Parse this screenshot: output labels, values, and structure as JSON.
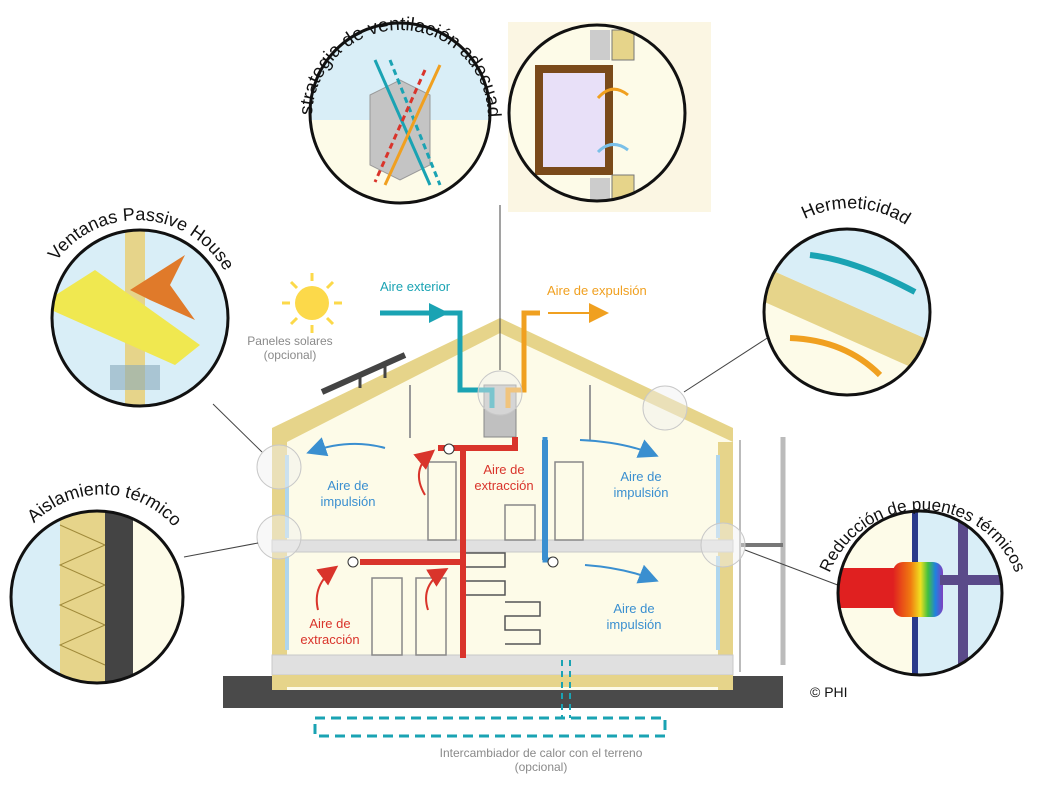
{
  "callouts": {
    "ventilation": "Estrategia de ventilación adecuada",
    "windows": "Ventanas Passive House",
    "airtightness": "Hermeticidad",
    "insulation": "Aislamiento térmico",
    "thermal_bridges": "Reducción de puentes térmicos"
  },
  "labels": {
    "outside_air": "Aire exterior",
    "exhaust_air": "Aire de expulsión",
    "solar_panels_l1": "Paneles solares",
    "solar_panels_l2": "(opcional)",
    "supply_air_upper_left_l1": "Aire de",
    "supply_air_upper_left_l2": "impulsión",
    "extract_air_upper_l1": "Aire de",
    "extract_air_upper_l2": "extracción",
    "supply_air_upper_right_l1": "Aire de",
    "supply_air_upper_right_l2": "impulsión",
    "extract_air_lower_l1": "Aire de",
    "extract_air_lower_l2": "extracción",
    "supply_air_lower_right_l1": "Aire de",
    "supply_air_lower_right_l2": "impulsión",
    "ground_exchanger_l1": "Intercambiador de calor con el terreno",
    "ground_exchanger_l2": "(opcional)",
    "copyright": "© PHI"
  },
  "colors": {
    "supply": "#3a8fd0",
    "extract": "#d9342b",
    "outside": "#1aa3b3",
    "exhaust": "#f0a020",
    "structure": "#e6d48a",
    "interior": "#fdfbe8"
  }
}
